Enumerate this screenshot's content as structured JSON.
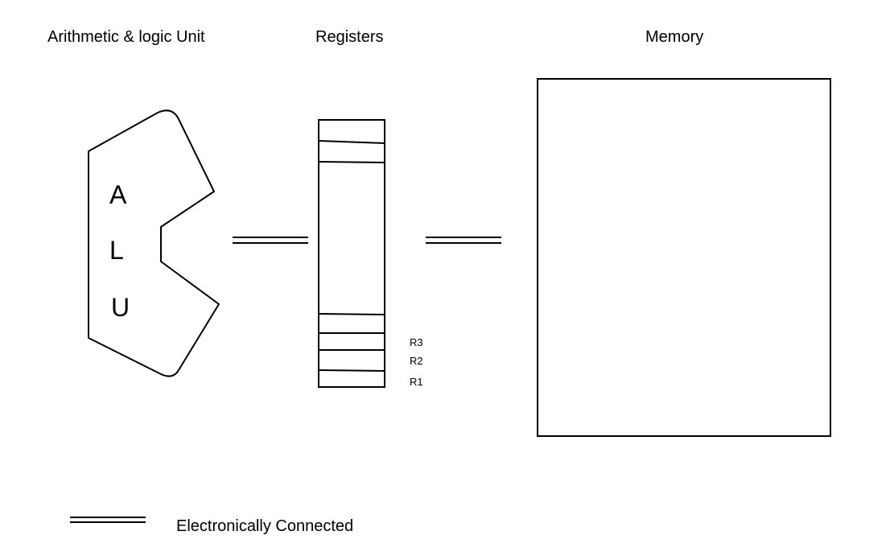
{
  "titles": {
    "alu": "Arithmetic & logic Unit",
    "registers": "Registers",
    "memory": "Memory"
  },
  "alu_letters": [
    "A",
    "L",
    "U"
  ],
  "register_labels": [
    "R3",
    "R2",
    "R1"
  ],
  "legend": {
    "symbol": "double-line",
    "label": "Electronically Connected"
  }
}
